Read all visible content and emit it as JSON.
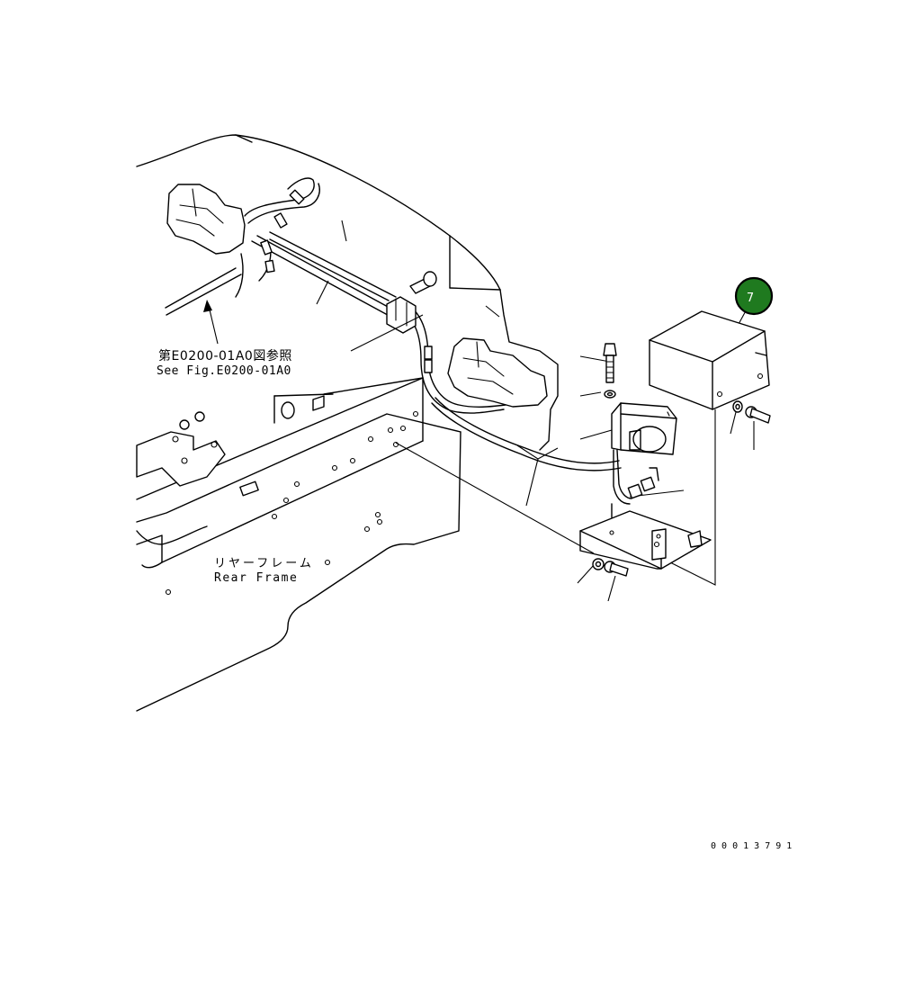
{
  "diagram": {
    "reference_note_jp": "第E0200-01A0図参照",
    "reference_note_en": "See Fig.E0200-01A0",
    "frame_label_jp": "リヤーフレーム",
    "frame_label_en": "Rear Frame",
    "drawing_number": "0 0 0 1 3 7 9 1"
  },
  "callout": {
    "number": "7",
    "fill_color": "#1f7a1f",
    "ring_color": "#000000",
    "text_color": "#ffffff"
  }
}
